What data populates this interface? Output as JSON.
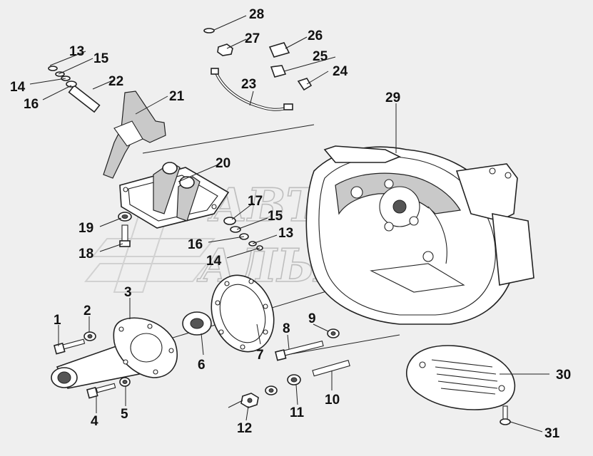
{
  "watermark": {
    "top_text": "АВТО",
    "bottom_text": "АЛЬЯНС"
  },
  "callouts": [
    {
      "id": "c1",
      "label": "1"
    },
    {
      "id": "c2",
      "label": "2"
    },
    {
      "id": "c3",
      "label": "3"
    },
    {
      "id": "c4",
      "label": "4"
    },
    {
      "id": "c5",
      "label": "5"
    },
    {
      "id": "c6",
      "label": "6"
    },
    {
      "id": "c7",
      "label": "7"
    },
    {
      "id": "c8",
      "label": "8"
    },
    {
      "id": "c9",
      "label": "9"
    },
    {
      "id": "c10",
      "label": "10"
    },
    {
      "id": "c11",
      "label": "11"
    },
    {
      "id": "c12",
      "label": "12"
    },
    {
      "id": "c13a",
      "label": "13"
    },
    {
      "id": "c14a",
      "label": "14"
    },
    {
      "id": "c15a",
      "label": "15"
    },
    {
      "id": "c16a",
      "label": "16"
    },
    {
      "id": "c13b",
      "label": "13"
    },
    {
      "id": "c14b",
      "label": "14"
    },
    {
      "id": "c15b",
      "label": "15"
    },
    {
      "id": "c16b",
      "label": "16"
    },
    {
      "id": "c17",
      "label": "17"
    },
    {
      "id": "c18",
      "label": "18"
    },
    {
      "id": "c19",
      "label": "19"
    },
    {
      "id": "c20",
      "label": "20"
    },
    {
      "id": "c21",
      "label": "21"
    },
    {
      "id": "c22",
      "label": "22"
    },
    {
      "id": "c23",
      "label": "23"
    },
    {
      "id": "c24",
      "label": "24"
    },
    {
      "id": "c25",
      "label": "25"
    },
    {
      "id": "c26",
      "label": "26"
    },
    {
      "id": "c27",
      "label": "27"
    },
    {
      "id": "c28",
      "label": "28"
    },
    {
      "id": "c29",
      "label": "29"
    },
    {
      "id": "c30",
      "label": "30"
    },
    {
      "id": "c31",
      "label": "31"
    }
  ]
}
